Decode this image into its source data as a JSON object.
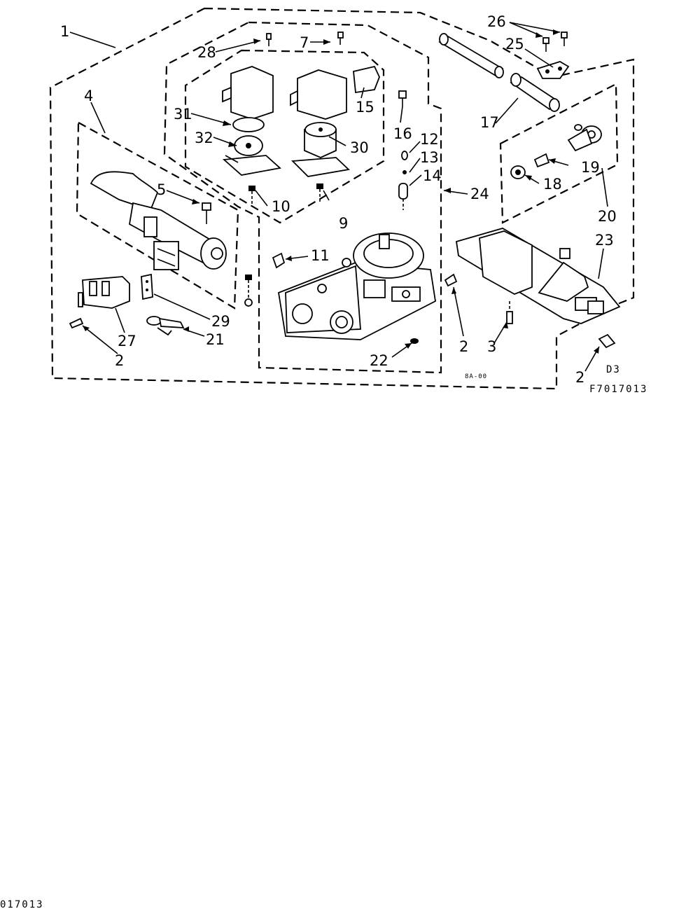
{
  "labels": {
    "l1": "1",
    "l2a": "2",
    "l2b": "2",
    "l2c": "2",
    "l3": "3",
    "l4": "4",
    "l5": "5",
    "l7": "7",
    "l9": "9",
    "l10": "10",
    "l11": "11",
    "l12": "12",
    "l13": "13",
    "l14": "14",
    "l15": "15",
    "l16": "16",
    "l17": "17",
    "l18": "18",
    "l19": "19",
    "l20": "20",
    "l21": "21",
    "l22": "22",
    "l23": "23",
    "l24": "24",
    "l25": "25",
    "l26": "26",
    "l27": "27",
    "l28": "28",
    "l29": "29",
    "l30": "30",
    "l31": "31",
    "l32": "32"
  },
  "codes": {
    "d3": "D3",
    "figure_code": "F7017013",
    "stamp": "8A-00",
    "footer": "017013"
  }
}
